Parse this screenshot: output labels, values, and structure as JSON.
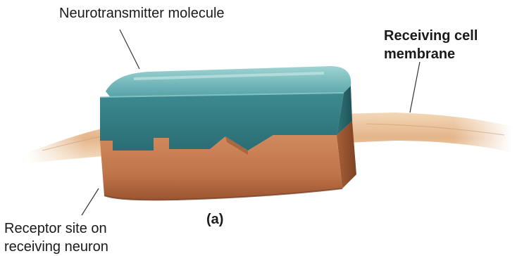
{
  "labels": {
    "neurotransmitter": "Neurotransmitter molecule",
    "membrane_line1": "Receiving cell",
    "membrane_line2": "membrane",
    "receptor_line1": "Receptor site on",
    "receptor_line2": "receiving neuron",
    "panel": "(a)"
  },
  "colors": {
    "neurotransmitter": "#3f8f94",
    "neurotransmitter_highlight": "#7cc3c4",
    "receptor": "#c47a4f",
    "receptor_dark": "#8f4d2c",
    "membrane": "#e9c29c",
    "leader_line": "#333333"
  }
}
